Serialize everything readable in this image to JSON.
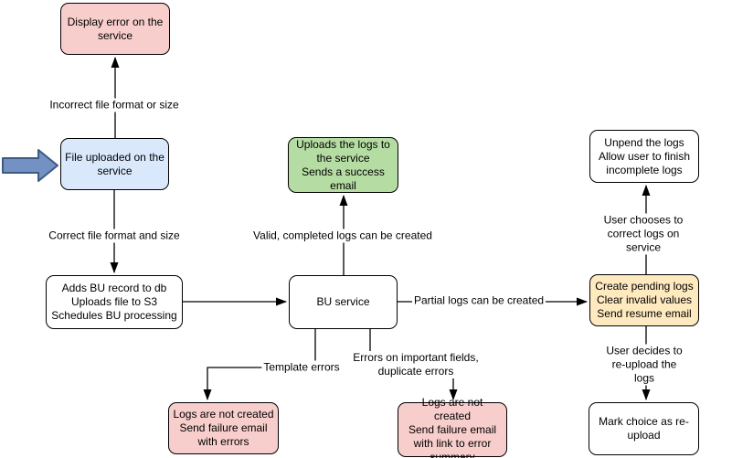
{
  "diagram": {
    "nodes": {
      "display_error": {
        "text": "Display error on the\nservice",
        "fill": "#f8cecc"
      },
      "file_uploaded": {
        "text": "File uploaded on the\nservice",
        "fill": "#dae8fc"
      },
      "adds_bu_record": {
        "text": "Adds BU record to db\nUploads file to S3\nSchedules BU processing",
        "fill": "#ffffff"
      },
      "uploads_logs": {
        "text": "Uploads the logs to\nthe service\nSends a success\nemail",
        "fill": "#b5dda3"
      },
      "bu_service": {
        "text": "BU service",
        "fill": "#ffffff"
      },
      "create_pending_logs": {
        "text": "Create pending logs\nClear invalid values\nSend resume email",
        "fill": "#ffeabf"
      },
      "unpend_logs": {
        "text": "Unpend the logs\nAllow user to finish\nincomplete logs",
        "fill": "#ffffff"
      },
      "mark_reupload": {
        "text": "Mark choice as re-\nupload",
        "fill": "#ffffff"
      },
      "logs_not_created_errors": {
        "text": "Logs are not created\nSend failure email\nwith errors",
        "fill": "#f8cecc"
      },
      "logs_not_created_summary": {
        "text": "Logs are not created\nSend failure email\nwith link to error\nsummary",
        "fill": "#f8cecc"
      }
    },
    "edge_labels": {
      "incorrect_file": "Incorrect file format or size",
      "correct_file": "Correct file format and size",
      "valid_logs": "Valid, completed logs can be created",
      "partial_logs": "Partial logs can be created",
      "user_chooses": "User chooses to correct logs on service",
      "user_decides": "User decides to re-upload the logs",
      "template_errors": "Template errors",
      "field_errors": "Errors on important fields,\nduplicate errors"
    },
    "colors": {
      "node_border": "#000000",
      "node_red": "#f8cecc",
      "node_blue": "#dae8fc",
      "node_green": "#b5dda3",
      "node_yellow": "#ffeabf",
      "node_white": "#ffffff",
      "connector": "#000000",
      "input_arrow_fill": "#7491c4",
      "input_arrow_stroke": "#3d5a82"
    }
  }
}
